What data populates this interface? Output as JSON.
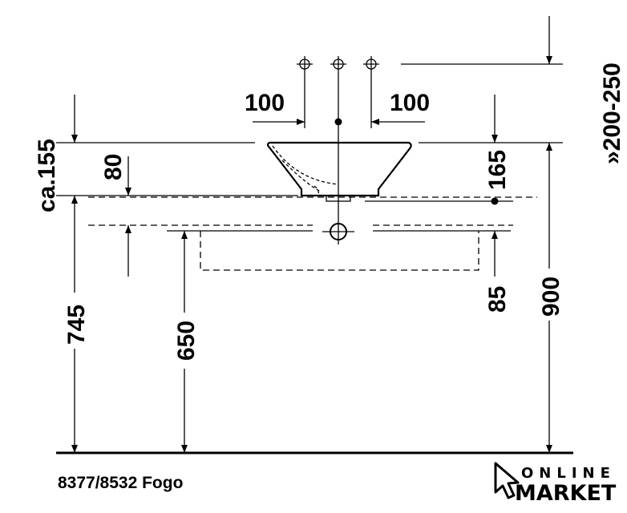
{
  "drawing": {
    "title": "8377/8532 Fogo",
    "dimensions": {
      "tap_spacing_left": "100",
      "tap_spacing_right": "100",
      "tap_height": "»200-250",
      "basin_height": "ca.155",
      "counter_offset": "80",
      "drain_height": "165",
      "counter_height": "745",
      "cabinet_height": "650",
      "cabinet_depth": "85",
      "total_height": "900"
    }
  },
  "logo": {
    "line1": "ONLINE",
    "line2": "MARKET"
  }
}
